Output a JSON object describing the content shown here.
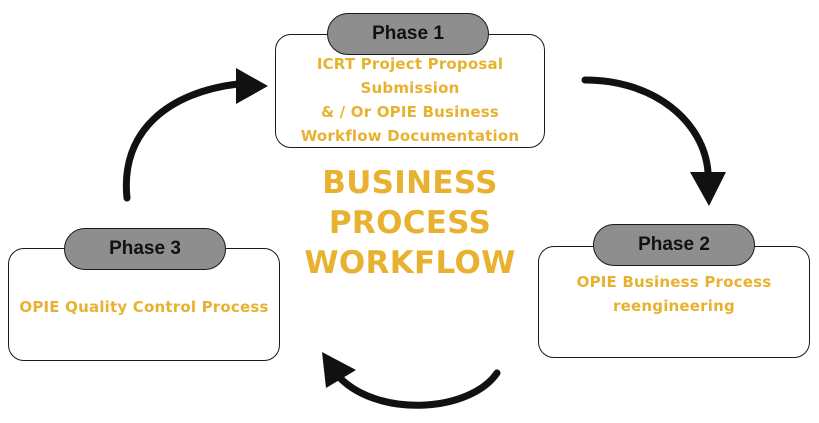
{
  "colors": {
    "accent_text": "#e8b230",
    "tab_fill": "#8e8e8e",
    "outline": "#1a1a1a",
    "arrow": "#111111"
  },
  "title_lines": [
    "BUSINESS",
    "PROCESS",
    "WORKFLOW"
  ],
  "phases": [
    {
      "label": "Phase 1",
      "lines": [
        "ICRT Project Proposal",
        "Submission",
        "& / Or OPIE Business",
        "Workflow Documentation"
      ]
    },
    {
      "label": "Phase 2",
      "lines": [
        "OPIE Business Process",
        "reengineering"
      ]
    },
    {
      "label": "Phase 3",
      "lines": [
        "OPIE Quality Control Process"
      ]
    }
  ]
}
